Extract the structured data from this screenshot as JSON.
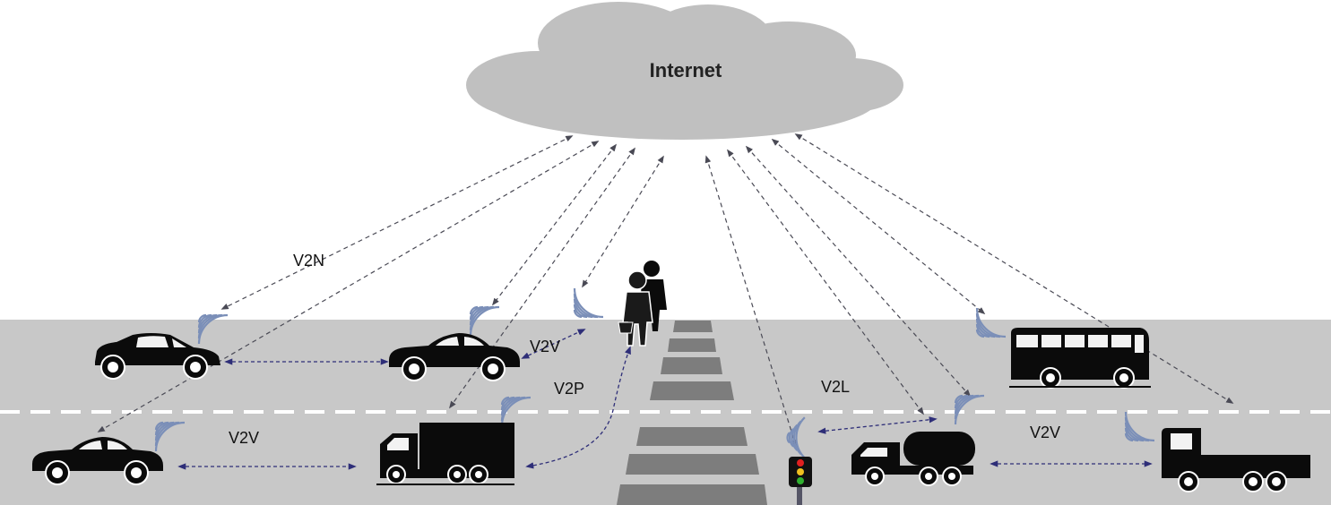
{
  "cloud": {
    "label": "Internet"
  },
  "labels": {
    "v2n": "V2N",
    "v2v_top": "V2V",
    "v2p": "V2P",
    "v2l": "V2L",
    "v2v_bottom_left": "V2V",
    "v2v_bottom_right": "V2V"
  },
  "colors": {
    "road": "#c8c8c8",
    "cloud": "#c0c0c0",
    "vehicle": "#0b0b0b",
    "wireless_waves": "#7b8fb8",
    "v2x_link": "#2e2e78",
    "v2n_link": "#4a4a55"
  },
  "icons": [
    "car-icon",
    "truck-icon",
    "bus-icon",
    "tanker-truck-icon",
    "flatbed-truck-icon",
    "pedestrians-icon",
    "traffic-light-icon",
    "wireless-signal-icon"
  ]
}
